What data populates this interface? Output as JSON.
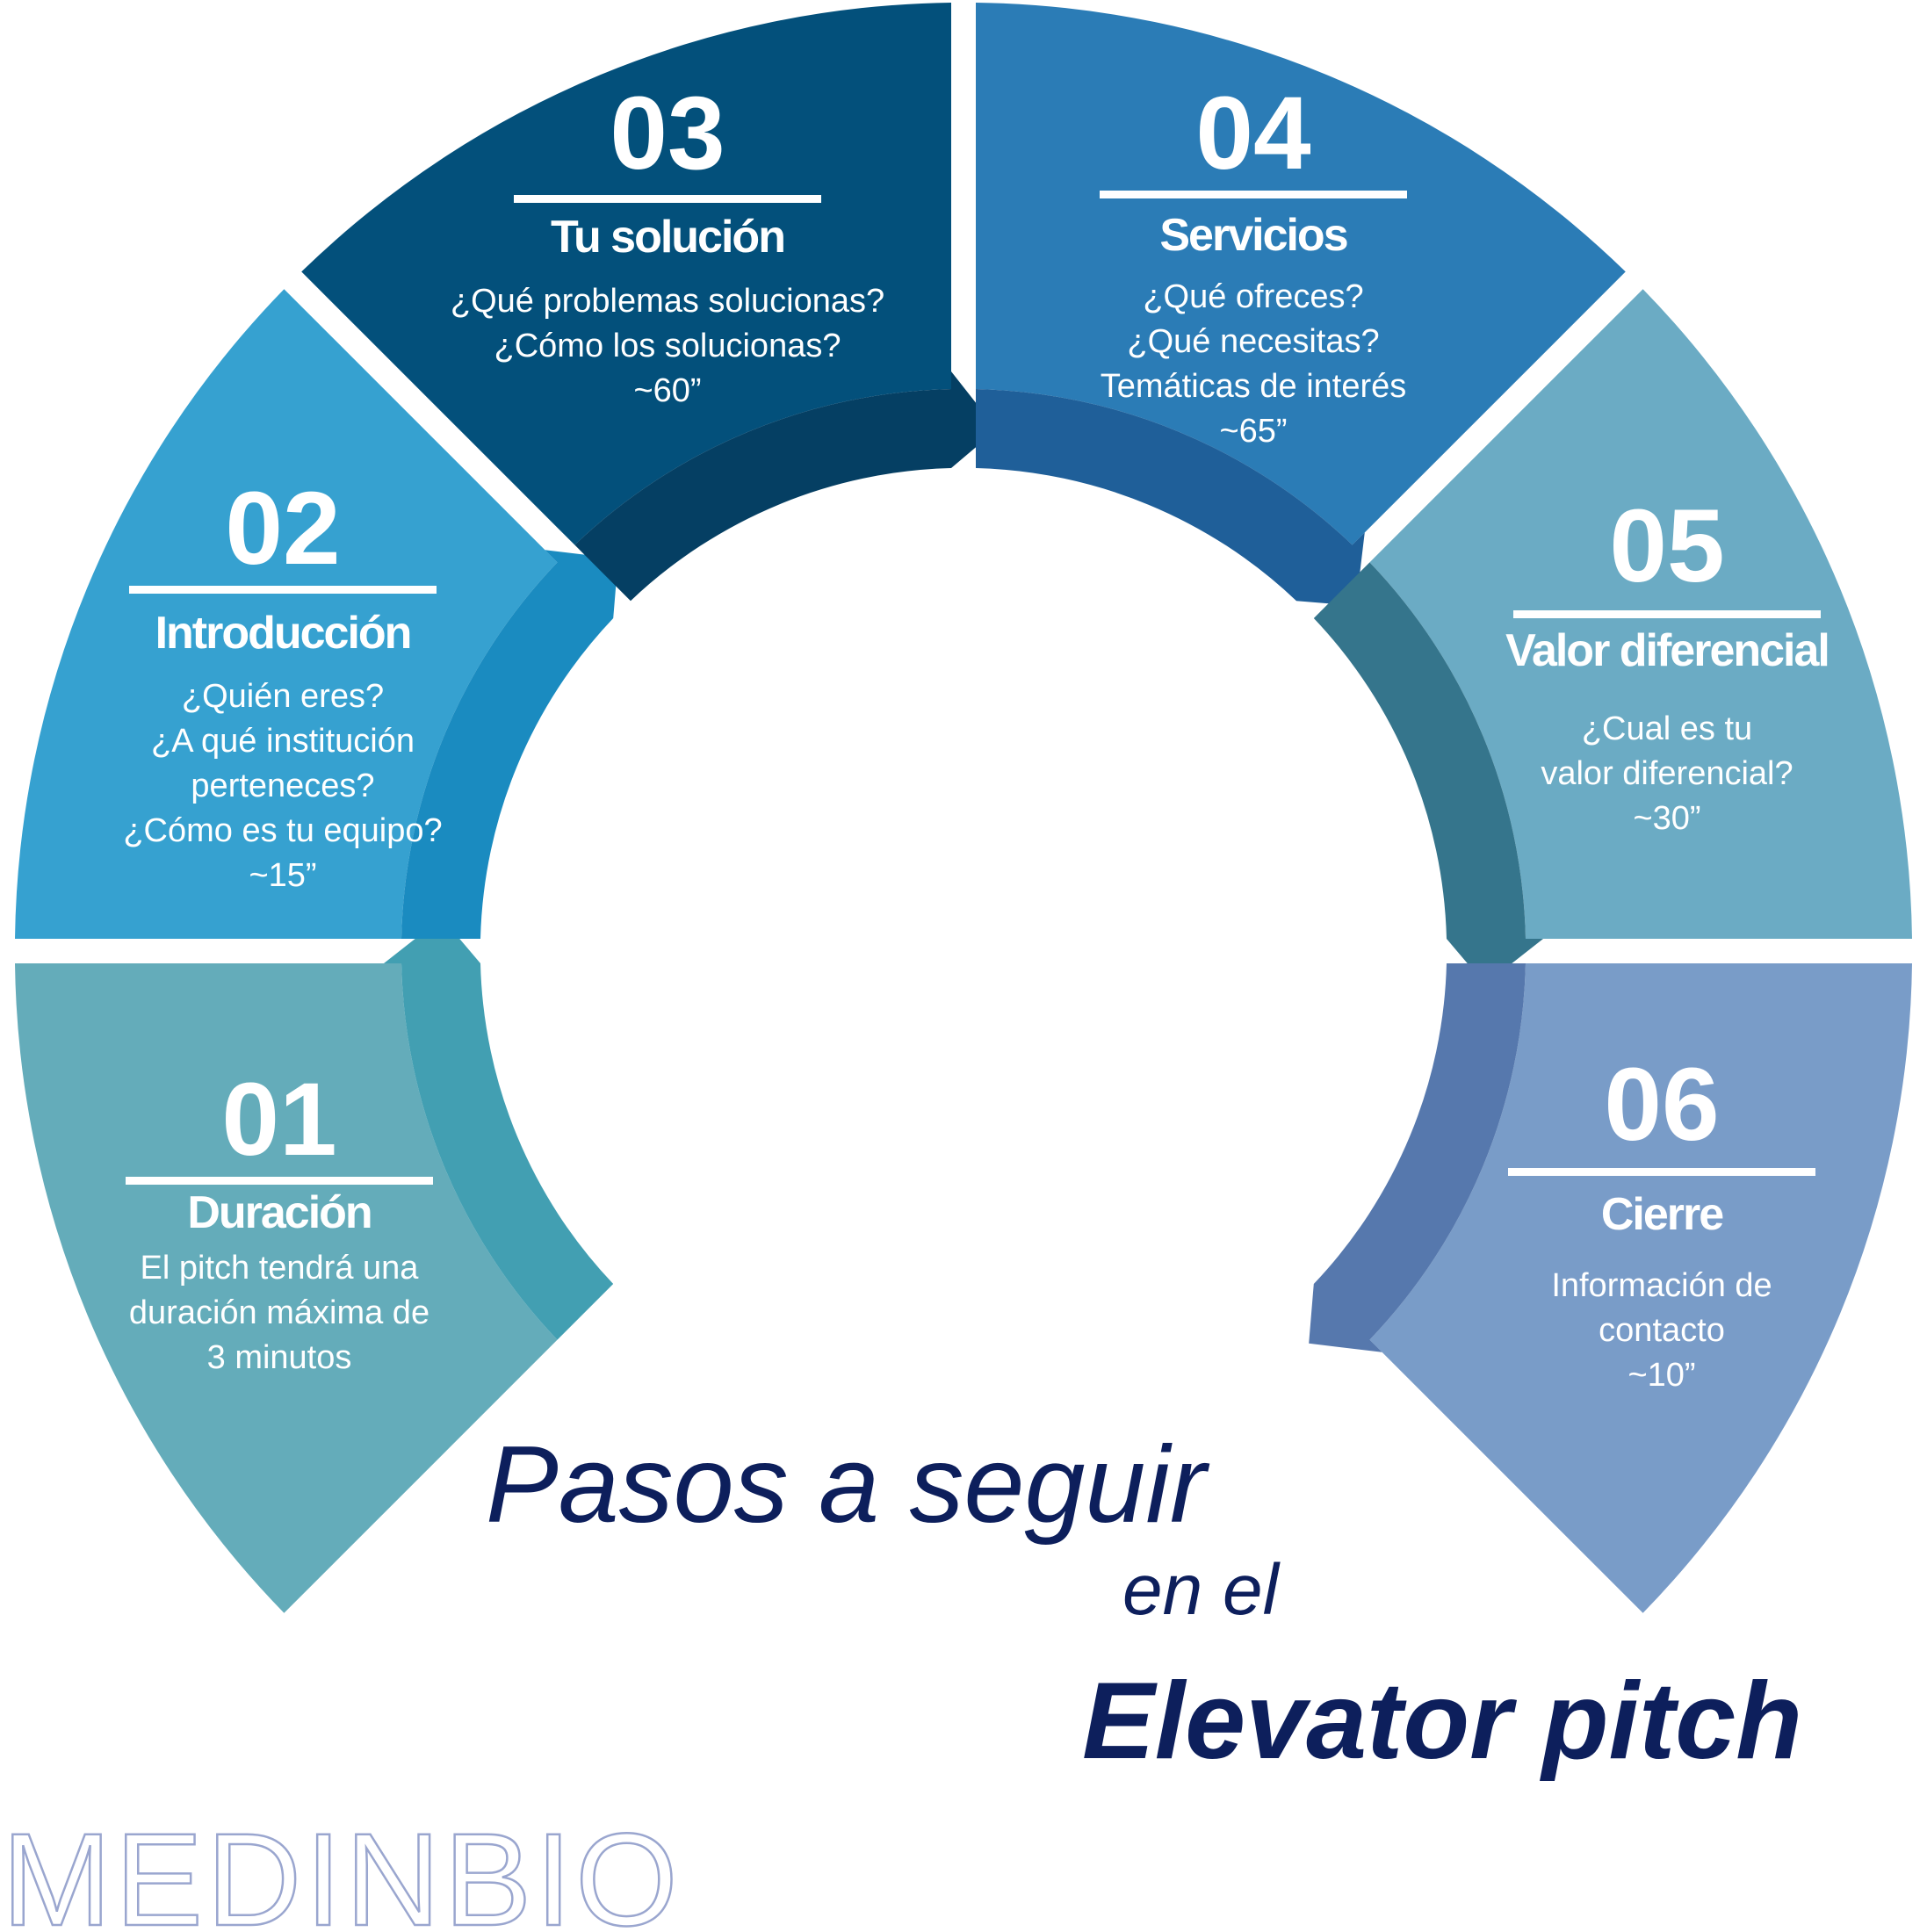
{
  "segments": [
    {
      "number": "01",
      "title": "Duración",
      "lines": [
        "El pitch tendrá una",
        "duración máxima de",
        "3 minutos"
      ],
      "outer_color": "#64acba",
      "inner_color": "#429fb2"
    },
    {
      "number": "02",
      "title": "Introducción",
      "lines": [
        "¿Quién eres?",
        "¿A qué institución",
        "perteneces?",
        "¿Cómo es tu equipo?",
        "~15”"
      ],
      "outer_color": "#36a1d0",
      "inner_color": "#1a8bc0"
    },
    {
      "number": "03",
      "title": "Tu solución",
      "lines": [
        "¿Qué problemas solucionas?",
        "¿Cómo los solucionas?",
        "~60”"
      ],
      "outer_color": "#03507b",
      "inner_color": "#053f63"
    },
    {
      "number": "04",
      "title": "Servicios",
      "lines": [
        "¿Qué ofreces?",
        "¿Qué necesitas?",
        "Temáticas de interés",
        "~65”"
      ],
      "outer_color": "#2b7cb6",
      "inner_color": "#1f5f99"
    },
    {
      "number": "05",
      "title": "Valor diferencial",
      "lines": [
        "¿Cual es tu",
        "valor diferencial?",
        "~30”"
      ],
      "outer_color": "#6babc4",
      "inner_color": "#35758c"
    },
    {
      "number": "06",
      "title": "Cierre",
      "lines": [
        "Información de",
        "contacto",
        "~10”"
      ],
      "outer_color": "#799cc8",
      "inner_color": "#5678ad"
    }
  ],
  "title": {
    "line1": "Pasos a seguir",
    "line2": "en el",
    "line3": "Elevator pitch"
  },
  "brand": "MEDINBIO",
  "colors": {
    "text_light": "#ffffff",
    "title": "#0d1f5c",
    "brand": "#9aa6cf"
  }
}
